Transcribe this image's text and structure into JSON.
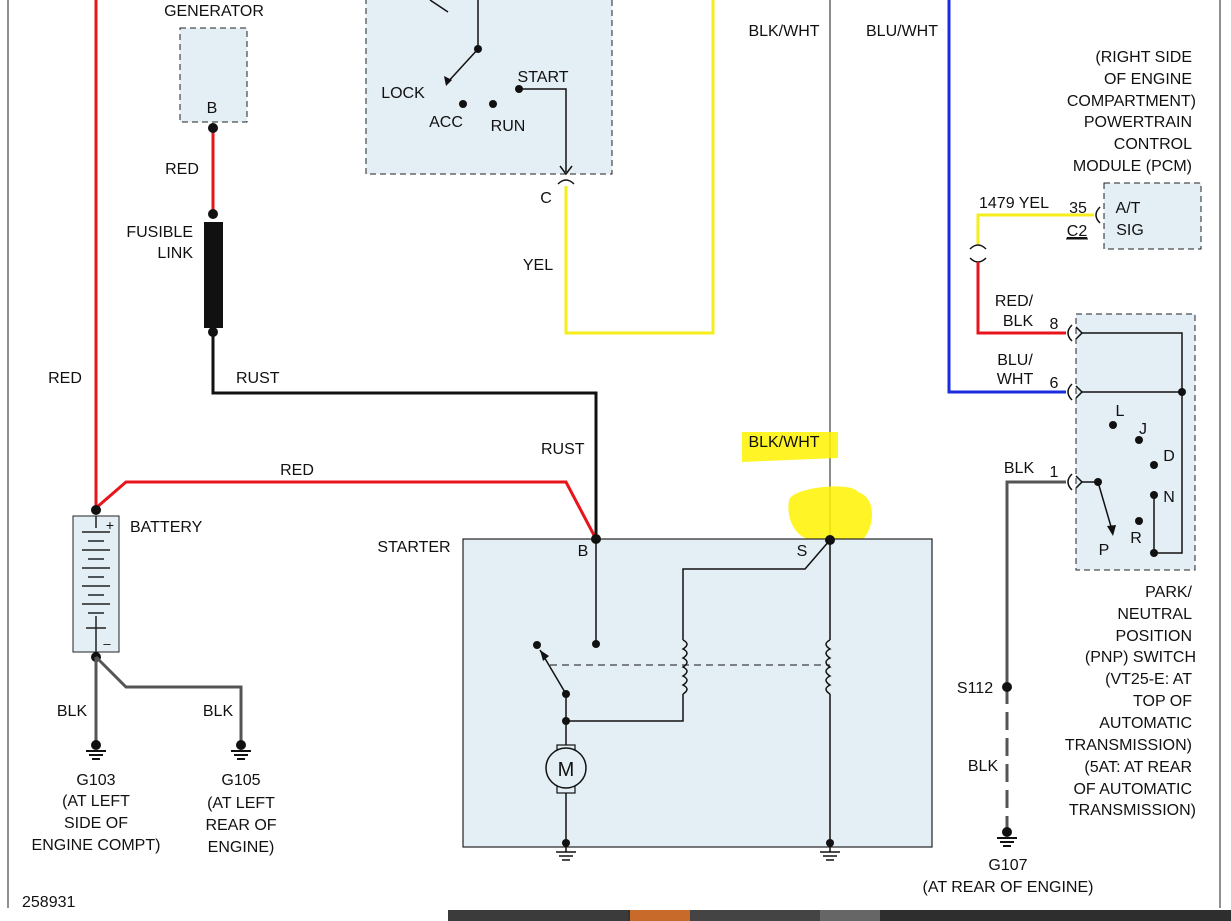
{
  "diagram_id": "258931",
  "colors": {
    "red_wire": "#e8141c",
    "yellow_wire": "#f5ee1a",
    "blue_wire": "#1a2be0",
    "gray_wire": "#8c8c8c",
    "dark_wire": "#555555",
    "component_fill": "#e4eef5",
    "highlight": "#fff200"
  },
  "labels": {
    "generator": "GENERATOR",
    "gen_b": "B",
    "red_gen": "RED",
    "fusible_link_1": "FUSIBLE",
    "fusible_link_2": "LINK",
    "rust_1": "RUST",
    "rust_2": "RUST",
    "red_left": "RED",
    "red_mid": "RED",
    "battery": "BATTERY",
    "battery_plus": "+",
    "battery_minus": "–",
    "blk_g103": "BLK",
    "blk_g105": "BLK",
    "g103": [
      "G103",
      "(AT LEFT",
      "SIDE OF",
      "ENGINE COMPT)"
    ],
    "g105": [
      "G105",
      "(AT LEFT",
      "REAR OF",
      "ENGINE)"
    ],
    "ign_lock": "LOCK",
    "ign_acc": "ACC",
    "ign_run": "RUN",
    "ign_start": "START",
    "ign_c": "C",
    "yel": "YEL",
    "starter": "STARTER",
    "starter_b": "B",
    "starter_s": "S",
    "motor": "M",
    "blk_wht_top": "BLK/WHT",
    "blk_wht_mid": "BLK/WHT",
    "blu_wht_top": "BLU/WHT",
    "pcm": [
      "(RIGHT SIDE",
      "OF ENGINE",
      "COMPARTMENT)",
      "POWERTRAIN",
      "CONTROL",
      "MODULE (PCM)"
    ],
    "wire_1479": "1479  YEL",
    "pin_35": "35",
    "c2": "C2",
    "at_sig_1": "A/T",
    "at_sig_2": "SIG",
    "red_blk": [
      "RED/",
      "BLK"
    ],
    "pin_8": "8",
    "blu_wht": [
      "BLU/",
      "WHT"
    ],
    "pin_6": "6",
    "blk_pnp": "BLK",
    "pin_1": "1",
    "gear_l": "L",
    "gear_2": "J",
    "gear_d": "D",
    "gear_n": "N",
    "gear_r": "R",
    "gear_p": "P",
    "pnp": [
      "PARK/",
      "NEUTRAL",
      "POSITION",
      "(PNP) SWITCH",
      "(VT25-E: AT",
      "TOP OF",
      "AUTOMATIC",
      "TRANSMISSION)",
      "(5AT: AT REAR",
      "OF AUTOMATIC",
      "TRANSMISSION)"
    ],
    "s112": "S112",
    "blk_g107": "BLK",
    "g107": [
      "G107",
      "(AT REAR OF ENGINE)"
    ]
  }
}
